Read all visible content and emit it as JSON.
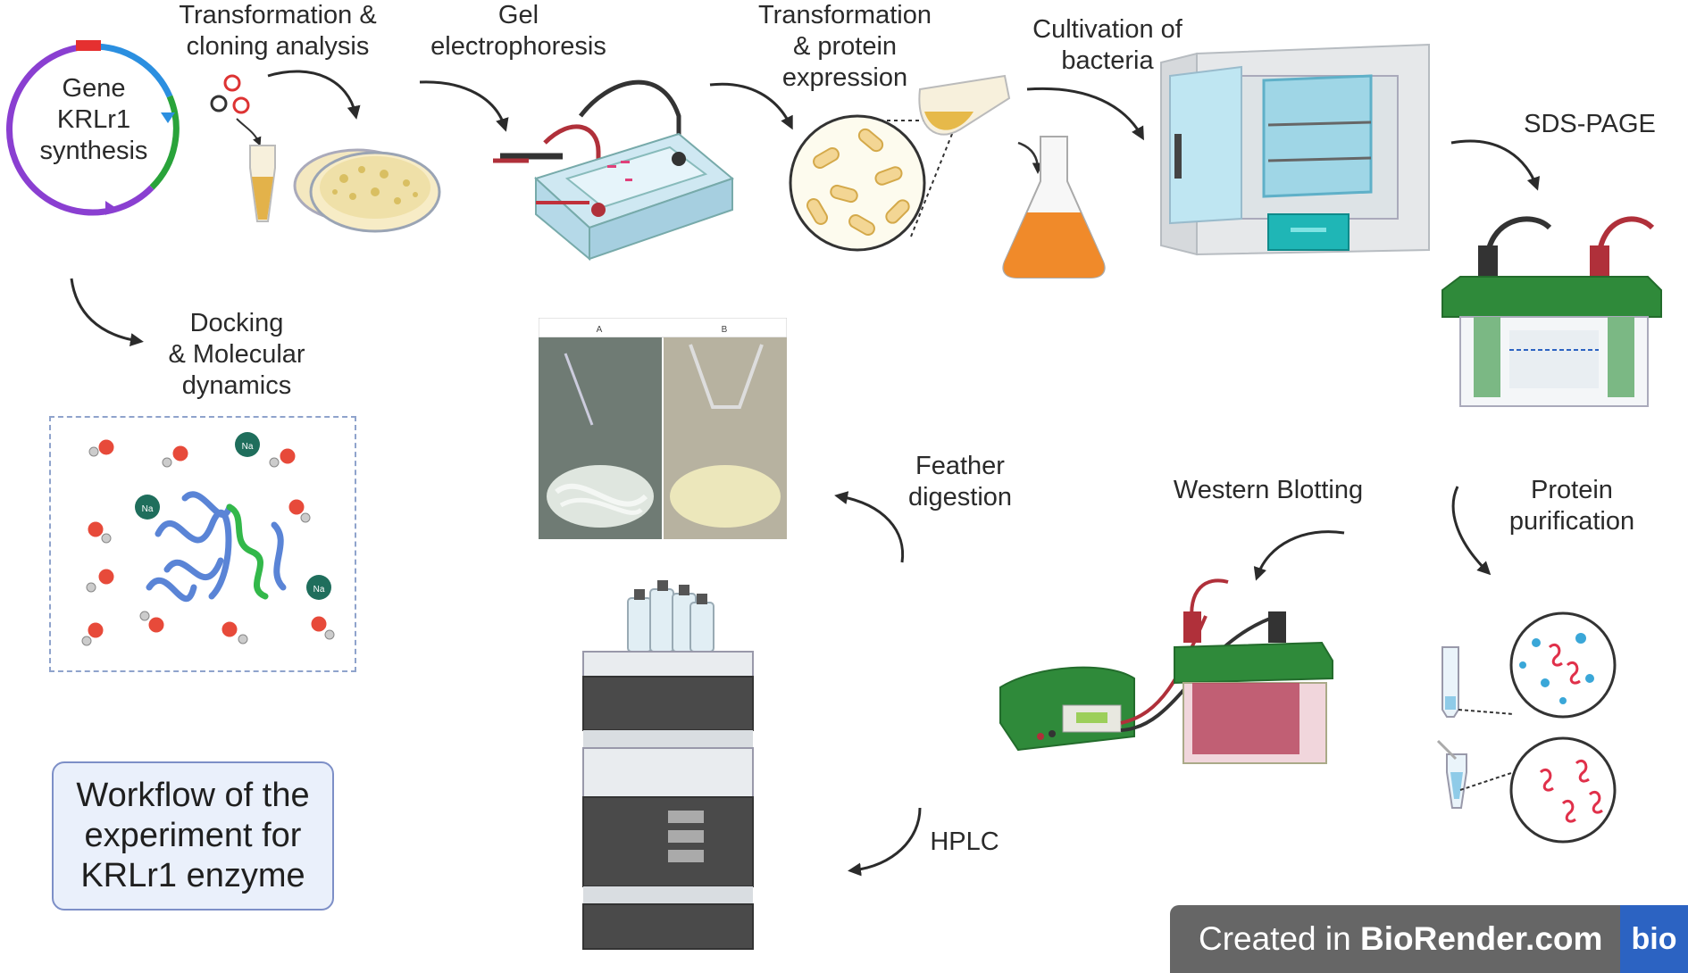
{
  "steps": {
    "gene_synthesis": [
      "Gene",
      "KRLr1",
      "synthesis"
    ],
    "transformation_cloning": [
      "Transformation &",
      "cloning analysis"
    ],
    "gel_electrophoresis": [
      "Gel",
      "electrophoresis"
    ],
    "transformation_expression": [
      "Transformation",
      "& protein",
      "expression"
    ],
    "cultivation": [
      "Cultivation of",
      "bacteria"
    ],
    "sds_page": "SDS-PAGE",
    "docking": [
      "Docking",
      "& Molecular",
      "dynamics"
    ],
    "feather_digestion": [
      "Feather",
      "digestion"
    ],
    "western_blotting": "Western Blotting",
    "protein_purification": [
      "Protein",
      "purification"
    ],
    "hplc": "HPLC"
  },
  "photo_panels": [
    "A",
    "B"
  ],
  "molecule_label": "Na",
  "title_box": [
    "Workflow of the",
    "experiment for",
    "KRLr1 enzyme"
  ],
  "credit": {
    "prefix": "Created in ",
    "brand": "BioRender.com",
    "logo": "bio"
  },
  "colors": {
    "accent_box": "#eaf0fb",
    "plasmid_purple": "#8a3fd1",
    "plasmid_blue": "#2b8fe0",
    "plasmid_green": "#29a33a",
    "gel_red": "#c0303a",
    "apparatus_green": "#2f8a3a",
    "culture_orange": "#f08a2a",
    "incubator_teal": "#1fb6b6",
    "credit_gray": "#666666",
    "biorender_blue": "#2c63c2"
  }
}
